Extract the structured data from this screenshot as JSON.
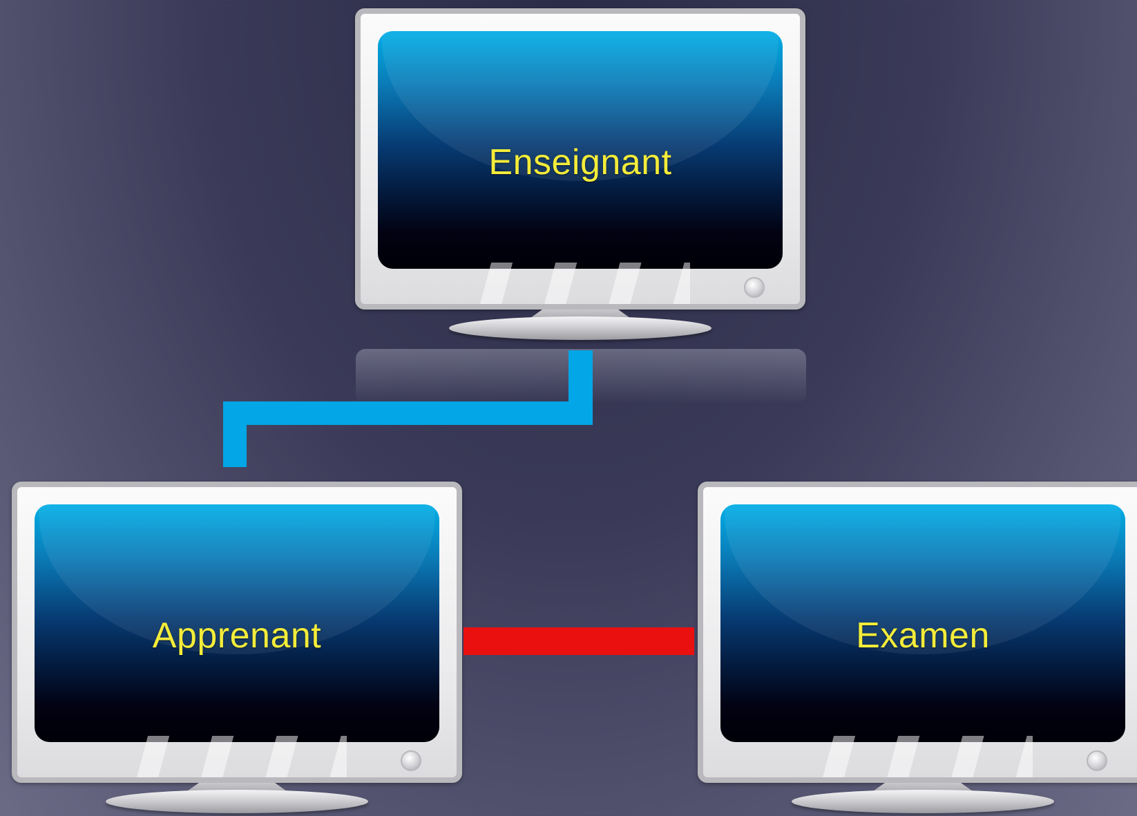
{
  "colors": {
    "label_text": "#f3ec3a",
    "link_teacher_learner": "#03a6e6",
    "link_learner_exam": "#ea1010"
  },
  "nodes": {
    "teacher": {
      "label": "Enseignant"
    },
    "learner": {
      "label": "Apprenant"
    },
    "exam": {
      "label": "Examen"
    }
  },
  "connections": [
    {
      "from": "Enseignant",
      "to": "Apprenant",
      "color": "#03a6e6"
    },
    {
      "from": "Apprenant",
      "to": "Examen",
      "color": "#ea1010"
    }
  ]
}
